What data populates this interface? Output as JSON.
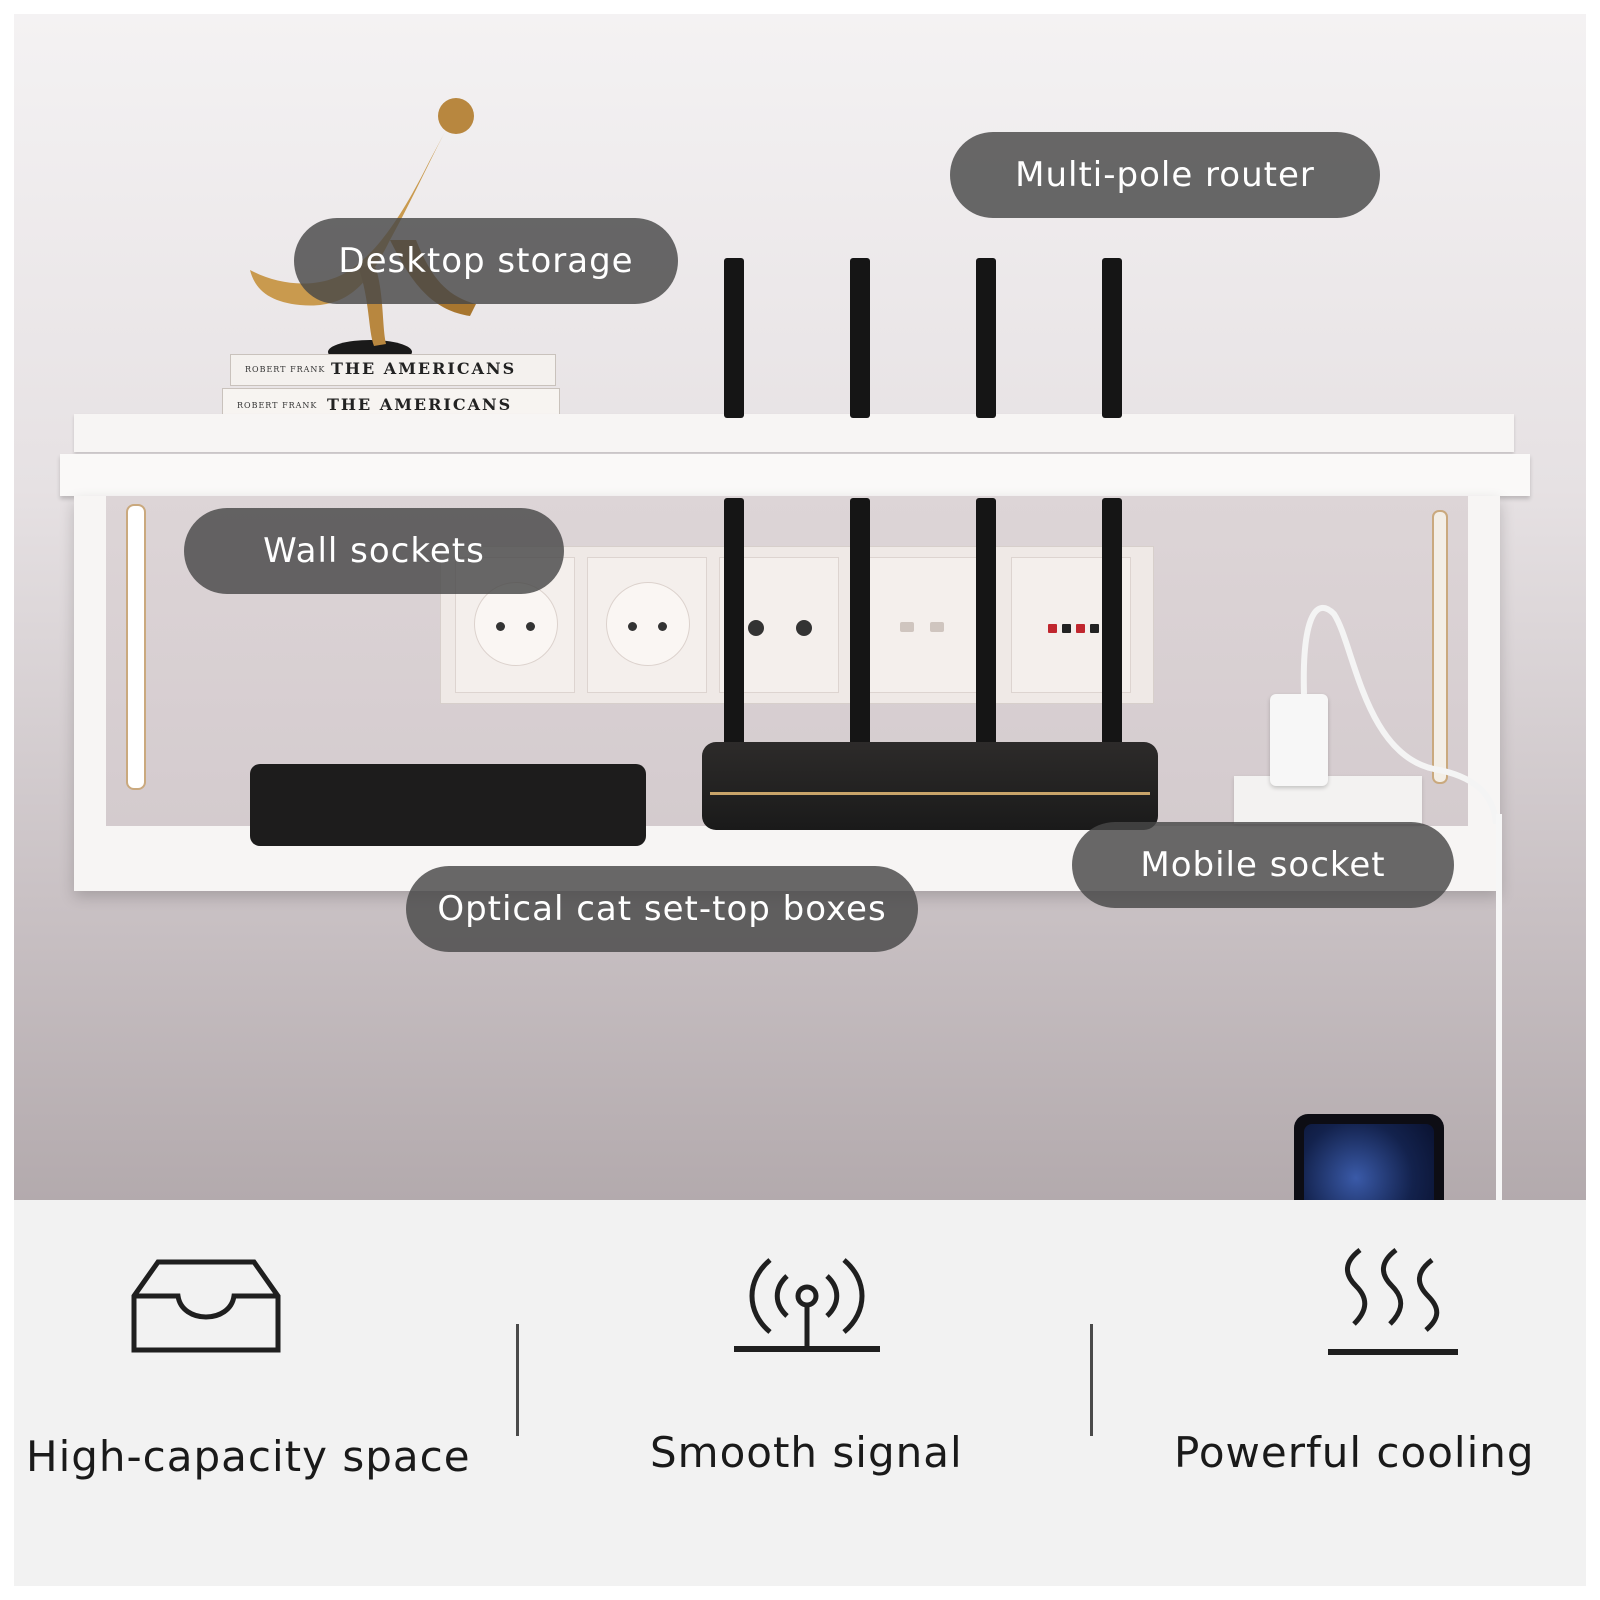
{
  "callouts": {
    "desktop_storage": "Desktop storage",
    "multi_pole_router": "Multi-pole router",
    "wall_sockets": "Wall sockets",
    "optical_cat": "Optical cat set-top boxes",
    "mobile_socket": "Mobile socket"
  },
  "books": {
    "author": "ROBERT FRANK",
    "title": "THE AMERICANS"
  },
  "features": [
    {
      "label": "High-capacity space",
      "icon": "storage-tray-icon"
    },
    {
      "label": "Smooth signal",
      "icon": "signal-antenna-icon"
    },
    {
      "label": "Powerful cooling",
      "icon": "heat-waves-icon"
    }
  ],
  "colors": {
    "pill_bg": "#484848",
    "pill_text": "#ffffff",
    "feature_text": "#1a1a1a",
    "feature_bg": "#f2f2f2",
    "accent_gold": "#c9a46a"
  }
}
